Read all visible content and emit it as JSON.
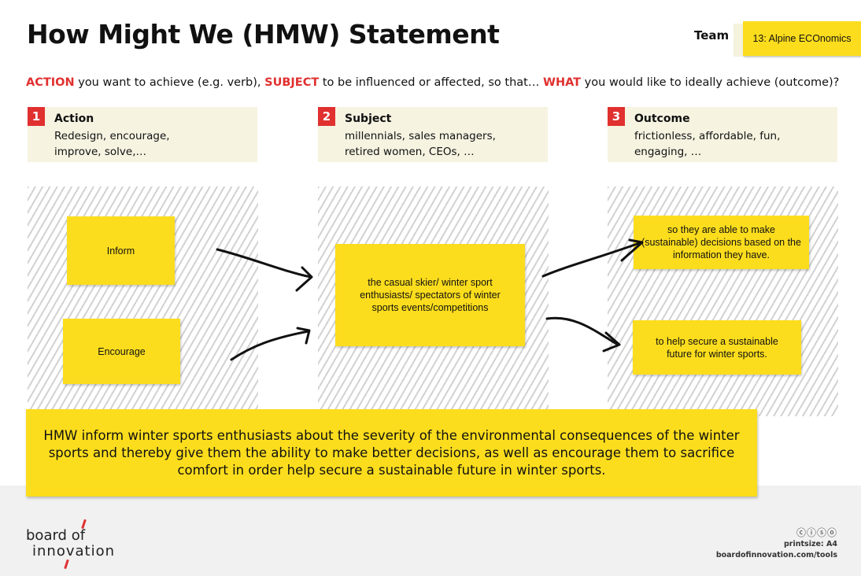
{
  "header": {
    "title": "How Might We (HMW) Statement",
    "team_label": "Team",
    "team_value": "13: Alpine ECOnomics"
  },
  "instruction": {
    "action_kw": "ACTION",
    "part1": " you want to achieve (e.g. verb), ",
    "subject_kw": "SUBJECT",
    "part2": " to be influenced or affected, so that… ",
    "what_kw": "WHAT",
    "part3": " you would like to ideally achieve (outcome)?"
  },
  "columns": [
    {
      "number": "1",
      "title": "Action",
      "examples_line1": "Redesign, encourage,",
      "examples_line2": "improve, solve,…"
    },
    {
      "number": "2",
      "title": "Subject",
      "examples_line1": "millennials, sales managers,",
      "examples_line2": "retired women, CEOs, …"
    },
    {
      "number": "3",
      "title": "Outcome",
      "examples_line1": "frictionless, affordable, fun,",
      "examples_line2": "engaging, …"
    }
  ],
  "notes": {
    "inform": "Inform",
    "encourage": "Encourage",
    "subject": "the casual skier/ winter sport enthusiasts/ spectators of winter sports events/competitions",
    "outcome1": "so they are able to make (sustainable) decisions based on the information they have.",
    "outcome2": "to help secure a sustainable future for winter sports."
  },
  "hmw_statement": "HMW inform winter sports enthusiasts about the severity of the environmental consequences of the winter sports and thereby give them the ability to make better decisions, as well as encourage them to sacrifice comfort in order help secure a sustainable future in winter sports.",
  "footer": {
    "logo_line1": "board of",
    "logo_line2": "innovation",
    "license_icons": "cc-by-nc-sa-icons",
    "license_glyphs": "ⓒⓘⓢⓞ",
    "printsize": "printsize: A4",
    "site": "boardofinnovation.com/tools"
  },
  "colors": {
    "accent_red": "#e0302f",
    "sticky_yellow": "#fcdd1d",
    "header_bg": "#f6f3e1",
    "footer_bg": "#f1f1f1"
  }
}
